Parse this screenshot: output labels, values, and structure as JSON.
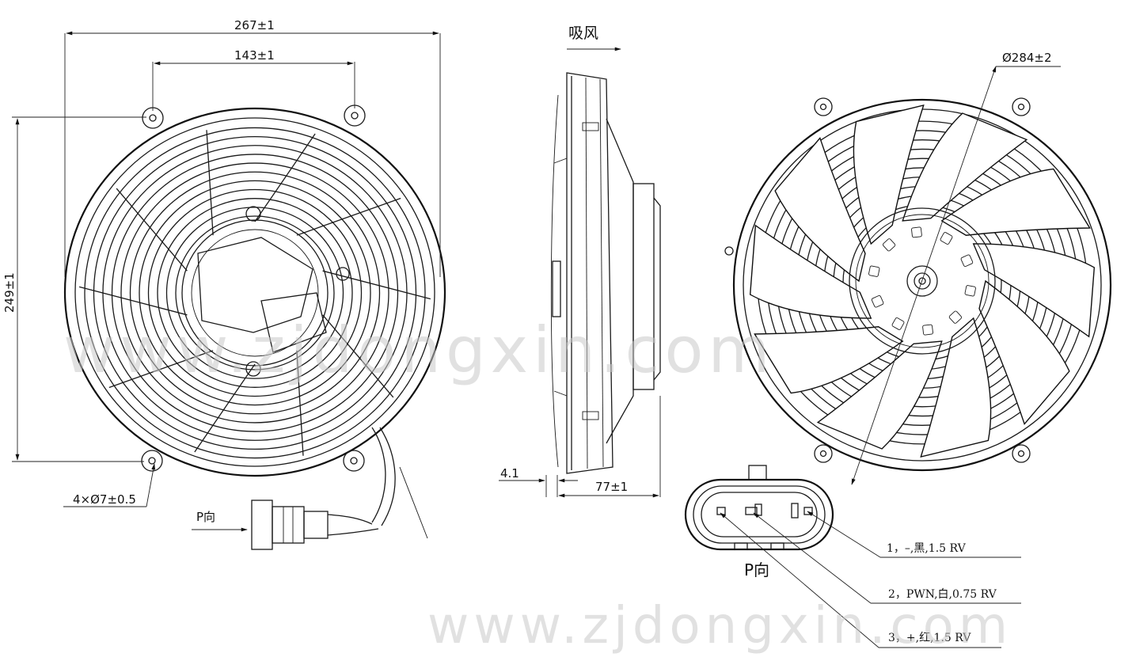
{
  "dimensions": {
    "overall_width": "267±1",
    "hole_spacing": "143±1",
    "overall_height": "249±1",
    "mount_holes": "4×Ø7±0.5",
    "blade_diameter": "Ø284±2",
    "flange": "4.1",
    "depth": "77±1"
  },
  "labels": {
    "airflow": "吸风",
    "p_view_left": "P向",
    "p_view_connector": "P向"
  },
  "wiring": [
    {
      "pin": "1，–,黑,1.5  RV"
    },
    {
      "pin": "2，PWN,白,0.75  RV"
    },
    {
      "pin": "3，+,红,1.5  RV"
    }
  ],
  "watermark": "www.zjdongxin.com"
}
